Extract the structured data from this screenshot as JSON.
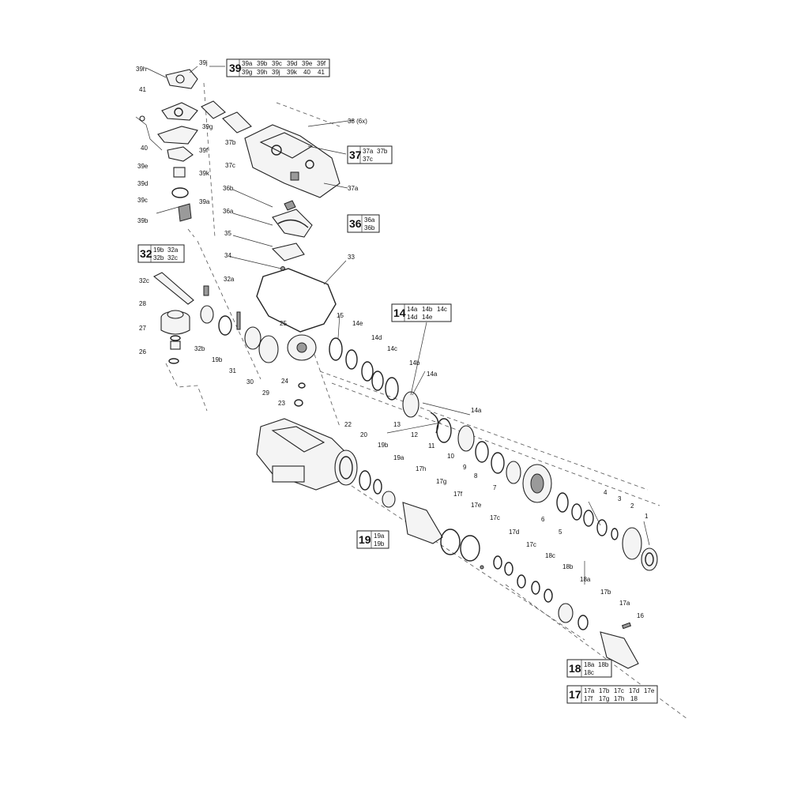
{
  "kits": {
    "k39": {
      "num": "39",
      "cells": [
        "39a",
        "39b",
        "39c",
        "39d",
        "39e",
        "39f",
        "39g",
        "39h",
        "39j",
        "39k",
        "40",
        "41"
      ]
    },
    "k37": {
      "num": "37",
      "cells": [
        "37a",
        "37b",
        "37c"
      ]
    },
    "k36": {
      "num": "36",
      "cells": [
        "36a",
        "36b"
      ]
    },
    "k32": {
      "num": "32",
      "cells": [
        "19b",
        "32a",
        "32b",
        "32c"
      ]
    },
    "k14": {
      "num": "14",
      "cells": [
        "14a",
        "14b",
        "14c",
        "14d",
        "14e"
      ]
    },
    "k19": {
      "num": "19",
      "cells": [
        "19a",
        "19b"
      ]
    },
    "k18": {
      "num": "18",
      "cells": [
        "18a",
        "18b",
        "18c"
      ]
    },
    "k17": {
      "num": "17",
      "cells": [
        "17a",
        "17b",
        "17c",
        "17d",
        "17e",
        "17f",
        "17g",
        "17h",
        "18"
      ]
    }
  },
  "labels": {
    "l39h": "39h",
    "l39j": "39j",
    "l41": "41",
    "l39g": "39g",
    "l40": "40",
    "l39f": "39f",
    "l39e": "39e",
    "l39k": "39k",
    "l39d": "39d",
    "l39c": "39c",
    "l39a": "39a",
    "l39b": "39b",
    "l37b": "37b",
    "l37c": "37c",
    "l38": "38 (6x)",
    "l37a": "37a",
    "l36b": "36b",
    "l36a": "36a",
    "l35": "35",
    "l34": "34",
    "l33": "33",
    "l32c": "32c",
    "l32a": "32a",
    "l28": "28",
    "l27": "27",
    "l26": "26",
    "l32b": "32b",
    "l19b_1": "19b",
    "l31": "31",
    "l30": "30",
    "l29": "29",
    "l25": "25",
    "l24": "24",
    "l23": "23",
    "l22": "22",
    "l15": "15",
    "l14e": "14e",
    "l14d": "14d",
    "l14c": "14c",
    "l14b": "14b",
    "l14a_1": "14a",
    "l14a_2": "14a",
    "l13": "13",
    "l12": "12",
    "l11": "11",
    "l10": "10",
    "l9": "9",
    "l8": "8",
    "l7": "7",
    "l6": "6",
    "l5": "5",
    "l4": "4",
    "l3": "3",
    "l2": "2",
    "l1": "1",
    "l20": "20",
    "l19b_2": "19b",
    "l19a": "19a",
    "l17h": "17h",
    "l17g": "17g",
    "l17f": "17f",
    "l17e": "17e",
    "l17c": "17c",
    "l17d": "17d",
    "l17c_2": "17c",
    "l18c": "18c",
    "l18b": "18b",
    "l18a": "18a",
    "l17b": "17b",
    "l17a": "17a",
    "l16": "16"
  }
}
